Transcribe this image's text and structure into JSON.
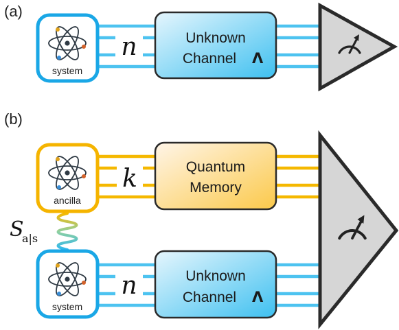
{
  "panels": {
    "a": {
      "label": "(a)",
      "system_label": "system",
      "wire_count_symbol": "n",
      "channel_line1": "Unknown",
      "channel_line2": "Channel",
      "channel_symbol": "Λ"
    },
    "b": {
      "label": "(b)",
      "ancilla_label": "ancilla",
      "system_label": "system",
      "memory_wire_symbol": "k",
      "memory_line1": "Quantum",
      "memory_line2": "Memory",
      "channel_wire_symbol": "n",
      "channel_line1": "Unknown",
      "channel_line2": "Channel",
      "channel_symbol": "Λ",
      "entanglement_symbol": "S",
      "entanglement_subscript": "a|s"
    }
  },
  "colors": {
    "system_border": "#1aa7e6",
    "ancilla_border": "#f5b400",
    "wire_blue": "#4dc3f0",
    "wire_orange": "#f5b800",
    "channel_fill": "#bfe6f7",
    "memory_fill": "#fde3b8",
    "detector_fill": "#d6d6d6",
    "outline": "#2a2a2a"
  },
  "icons": {
    "atom": "atom-icon",
    "meter": "meter-icon",
    "spring": "spring-icon"
  }
}
